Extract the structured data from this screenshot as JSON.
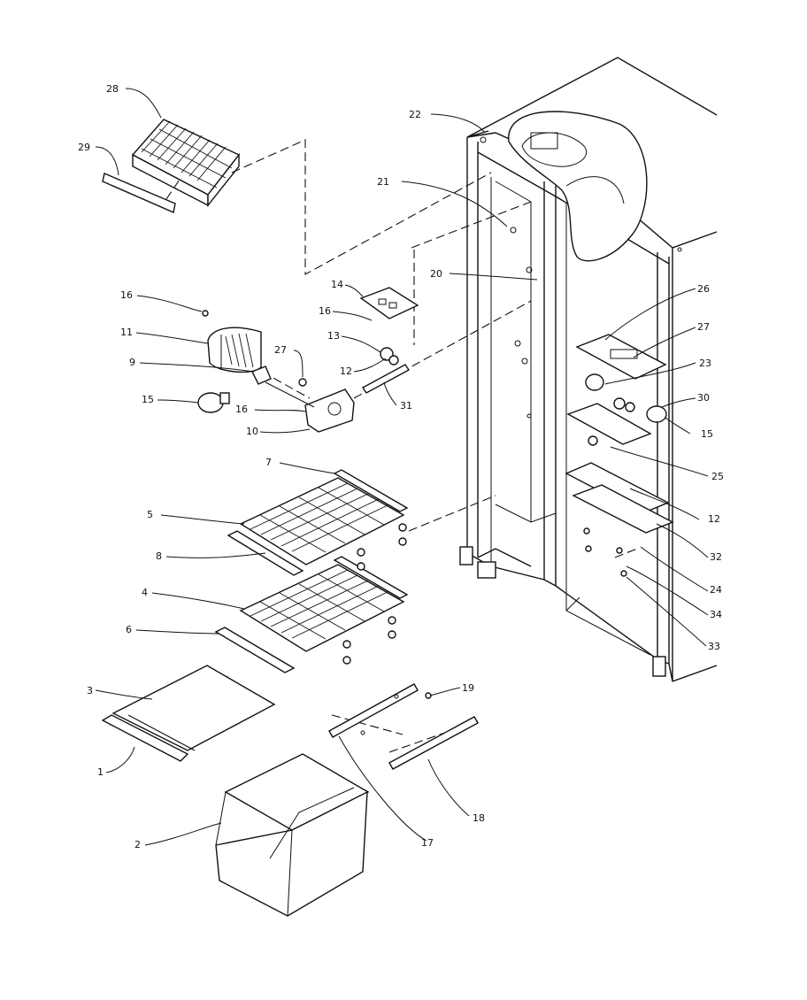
{
  "callouts": [
    {
      "id": "c1",
      "text": "1"
    },
    {
      "id": "c2",
      "text": "2"
    },
    {
      "id": "c3",
      "text": "3"
    },
    {
      "id": "c4",
      "text": "4"
    },
    {
      "id": "c5",
      "text": "5"
    },
    {
      "id": "c6",
      "text": "6"
    },
    {
      "id": "c7",
      "text": "7"
    },
    {
      "id": "c8",
      "text": "8"
    },
    {
      "id": "c9",
      "text": "9"
    },
    {
      "id": "c10",
      "text": "10"
    },
    {
      "id": "c11",
      "text": "11"
    },
    {
      "id": "c12a",
      "text": "12"
    },
    {
      "id": "c12b",
      "text": "12"
    },
    {
      "id": "c13",
      "text": "13"
    },
    {
      "id": "c14",
      "text": "14"
    },
    {
      "id": "c15a",
      "text": "15"
    },
    {
      "id": "c15b",
      "text": "15"
    },
    {
      "id": "c16a",
      "text": "16"
    },
    {
      "id": "c16b",
      "text": "16"
    },
    {
      "id": "c16c",
      "text": "16"
    },
    {
      "id": "c17",
      "text": "17"
    },
    {
      "id": "c18",
      "text": "18"
    },
    {
      "id": "c19",
      "text": "19"
    },
    {
      "id": "c20",
      "text": "20"
    },
    {
      "id": "c21",
      "text": "21"
    },
    {
      "id": "c22",
      "text": "22"
    },
    {
      "id": "c23",
      "text": "23"
    },
    {
      "id": "c24",
      "text": "24"
    },
    {
      "id": "c25",
      "text": "25"
    },
    {
      "id": "c26",
      "text": "26"
    },
    {
      "id": "c27a",
      "text": "27"
    },
    {
      "id": "c27b",
      "text": "27"
    },
    {
      "id": "c28",
      "text": "28"
    },
    {
      "id": "c29",
      "text": "29"
    },
    {
      "id": "c30",
      "text": "30"
    },
    {
      "id": "c31",
      "text": "31"
    },
    {
      "id": "c32",
      "text": "32"
    },
    {
      "id": "c33",
      "text": "33"
    },
    {
      "id": "c34",
      "text": "34"
    }
  ]
}
